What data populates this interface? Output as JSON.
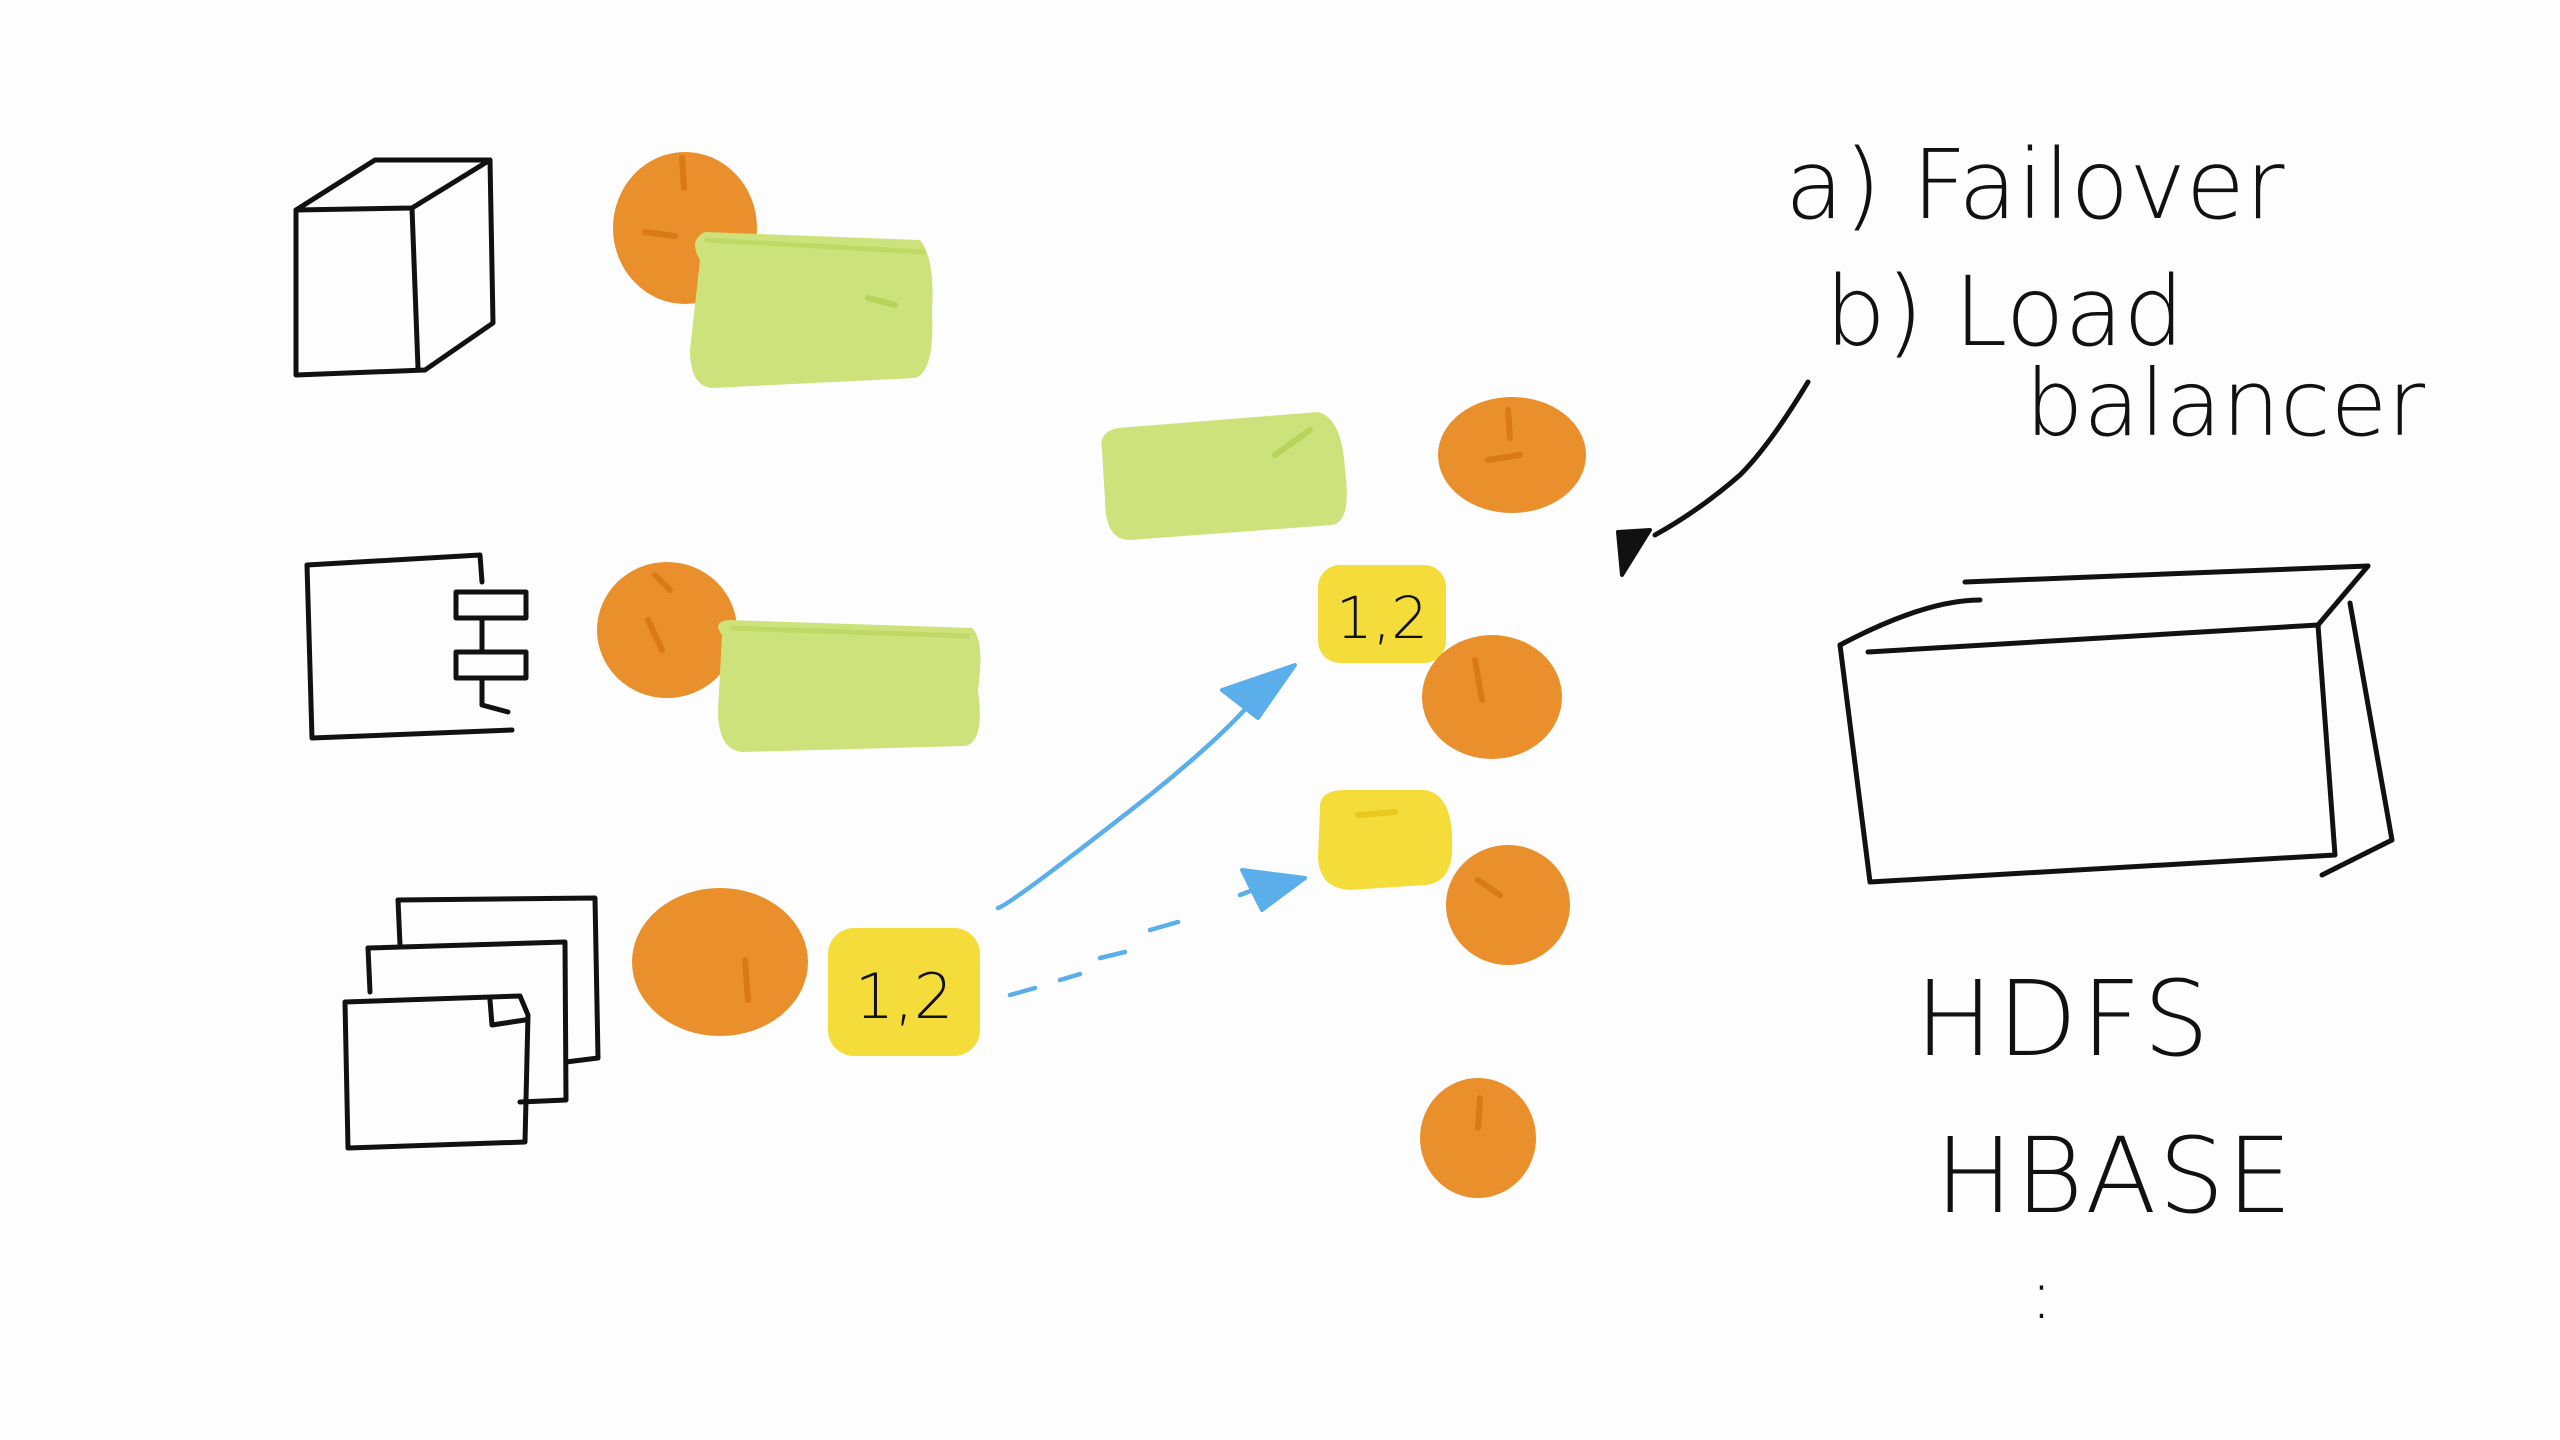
{
  "colors": {
    "ink": "#111111",
    "orange": "#e98f2c",
    "green": "#cde27a",
    "yellow": "#f4dd3b",
    "blue": "#5aaeea",
    "background": "#fdfdfd"
  },
  "icons": [
    "cube-icon",
    "component-icon",
    "stacked-documents-icon",
    "database-box-icon"
  ],
  "tiles": {
    "bottom_left": "1,2",
    "mid_upper": "1,2"
  },
  "notes": {
    "a": "a) Failover",
    "b_line1": "b) Load",
    "b_line2": "balancer"
  },
  "storage": {
    "item1": "HDFS",
    "item2": "HBASE",
    "more": ":"
  }
}
